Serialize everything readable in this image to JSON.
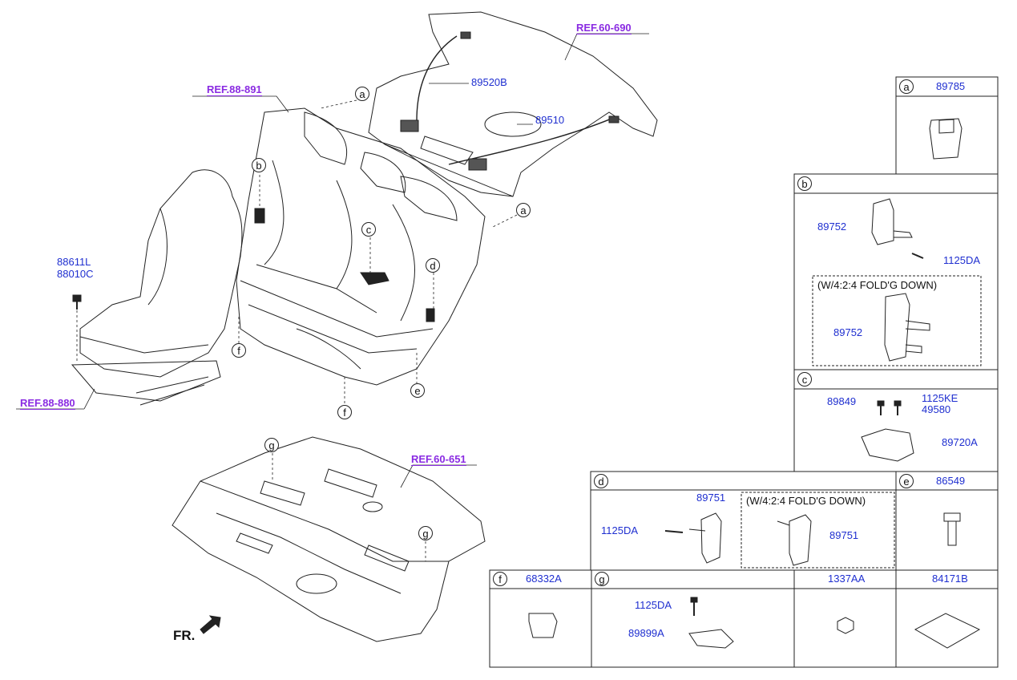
{
  "references": {
    "ref_60_690": "REF.60-690",
    "ref_88_891": "REF.88-891",
    "ref_88_880": "REF.88-880",
    "ref_60_651": "REF.60-651"
  },
  "parts": {
    "p89520B": "89520B",
    "p89510": "89510",
    "p88611L": "88611L",
    "p88010C": "88010C"
  },
  "callouts": {
    "a": "a",
    "b": "b",
    "c": "c",
    "d": "d",
    "e": "e",
    "f": "f",
    "g": "g"
  },
  "front_label": "FR.",
  "boxes": {
    "a": {
      "letter": "a",
      "part": "89785"
    },
    "b": {
      "letter": "b",
      "part_top": "89752",
      "bolt": "1125DA",
      "note": "(W/4:2:4 FOLD'G DOWN)",
      "part_bottom": "89752"
    },
    "c": {
      "letter": "c",
      "part1": "89849",
      "part2": "1125KE",
      "part3": "49580",
      "part4": "89720A"
    },
    "d": {
      "letter": "d",
      "bolt": "1125DA",
      "part_left": "89751",
      "note": "(W/4:2:4 FOLD'G DOWN)",
      "part_right": "89751"
    },
    "e": {
      "letter": "e",
      "part": "86549"
    },
    "f": {
      "letter": "f",
      "part": "68332A"
    },
    "g": {
      "letter": "g",
      "bolt": "1125DA",
      "part": "89899A"
    },
    "h": {
      "part": "1337AA"
    },
    "i": {
      "part": "84171B"
    }
  },
  "colors": {
    "part_label": "#1f2fd0",
    "ref_label": "#8a2be2",
    "line": "#222222"
  }
}
